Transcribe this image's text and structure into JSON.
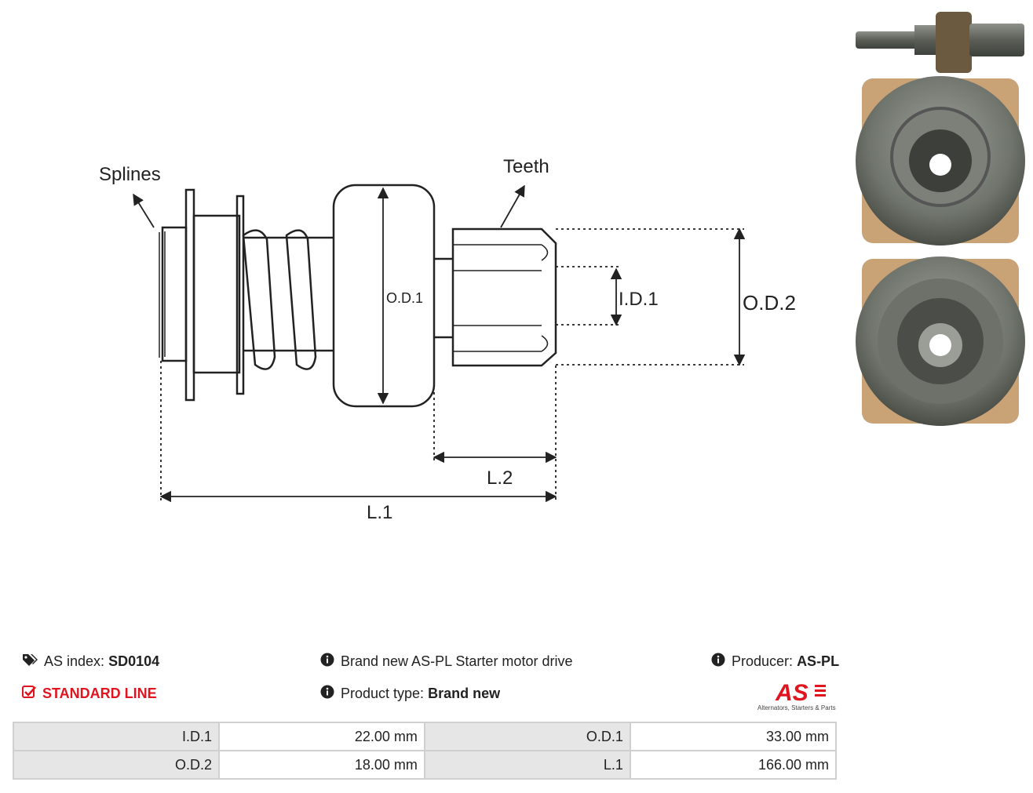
{
  "diagram": {
    "labels": {
      "splines": "Splines",
      "teeth": "Teeth",
      "od1": "O.D.1",
      "id1": "I.D.1",
      "od2": "O.D.2",
      "l2": "L.2",
      "l1": "L.1"
    }
  },
  "info": {
    "as_index_label": "AS index:",
    "as_index_value": "SD0104",
    "line_label": "STANDARD LINE",
    "description": "Brand new AS-PL Starter motor drive",
    "product_type_label": "Product type:",
    "product_type_value": "Brand new",
    "producer_label": "Producer:",
    "producer_value": "AS-PL",
    "logo_tagline": "Alternators, Starters & Parts",
    "logo_mark": "AS"
  },
  "specs": [
    {
      "label": "I.D.1",
      "value": "22.00 mm",
      "label2": "O.D.1",
      "value2": "33.00 mm"
    },
    {
      "label": "O.D.2",
      "value": "18.00 mm",
      "label2": "L.1",
      "value2": "166.00 mm"
    }
  ],
  "colors": {
    "accent": "#e0141e",
    "table_label_bg": "#e6e6e6",
    "border": "#d0d0d0"
  },
  "icons": [
    "tags-icon",
    "check-square-icon",
    "info-circle-icon"
  ]
}
